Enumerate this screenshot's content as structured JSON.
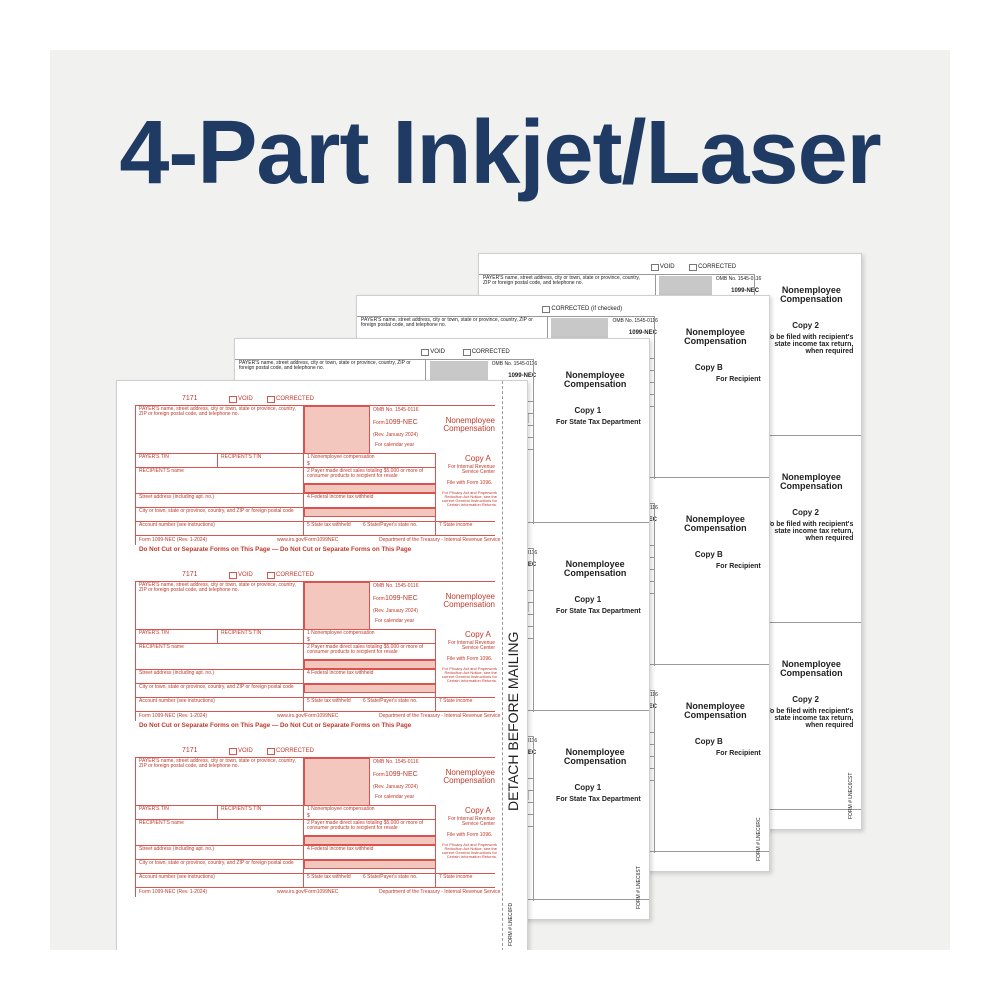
{
  "headline": "4-Part Inkjet/Laser",
  "form": {
    "void": "VOID",
    "corrected": "CORRECTED",
    "corrected_if_checked": "CORRECTED (if checked)",
    "form_name": "1099-NEC",
    "title": "Nonemployee Compensation",
    "form_code": "7171",
    "copy_a": "Copy A",
    "copy_a_desc": "For Internal Revenue Service Center",
    "copy_1": "Copy 1",
    "copy_1_desc": "For State Tax Department",
    "copy_b": "Copy B",
    "copy_b_desc": "For Recipient",
    "copy_2": "Copy 2",
    "copy_2_desc": "To be filed with recipient's state income tax return, when required",
    "payer_label": "PAYER'S name, street address, city or town, state or province, country, ZIP or foreign postal code, and telephone no.",
    "omb": "OMB No. 1545-0116",
    "form_label": "Form",
    "rev": "(Rev. January 2024)",
    "for_cal_year": "For calendar year",
    "payer_tin": "PAYER'S TIN",
    "recipient_tin": "RECIPIENT'S TIN",
    "recipient_name": "RECIPIENT'S name",
    "street_address": "Street address (including apt. no.)",
    "city": "City or town, state or province, country, and ZIP or foreign postal code",
    "account": "Account number (see instructions)",
    "box1": "1 Nonemployee compensation",
    "box2": "2 Payer made direct sales totaling $5,000 or more of consumer products to recipient for resale",
    "box4": "4 Federal income tax withheld",
    "box5": "5 State tax withheld",
    "box6": "6 State/Payer's state no.",
    "box7": "7 State income",
    "file_with": "File with Form 1096.",
    "privacy": "For Privacy Act and Paperwork Reduction Act Notice, see the current General Instructions for Certain Information Returns.",
    "footer_form": "Form 1099-NEC (Rev. 1-2024)",
    "footer_url": "www.irs.gov/Form1099NEC",
    "footer_dept": "Department of the Treasury - Internal Revenue Service",
    "do_not_cut": "Do Not Cut or Separate Forms on This Page — Do Not Cut or Separate Forms on This Page",
    "detach": "DETACH BEFORE MAILING",
    "form_id_red": "FORM # LNEC6FD",
    "form_id_1": "FORM # LNEC6ST",
    "form_id_b": "FORM # LNEC6RC",
    "form_id_2": "FORM # LNEC6CST",
    "dollar": "$"
  }
}
